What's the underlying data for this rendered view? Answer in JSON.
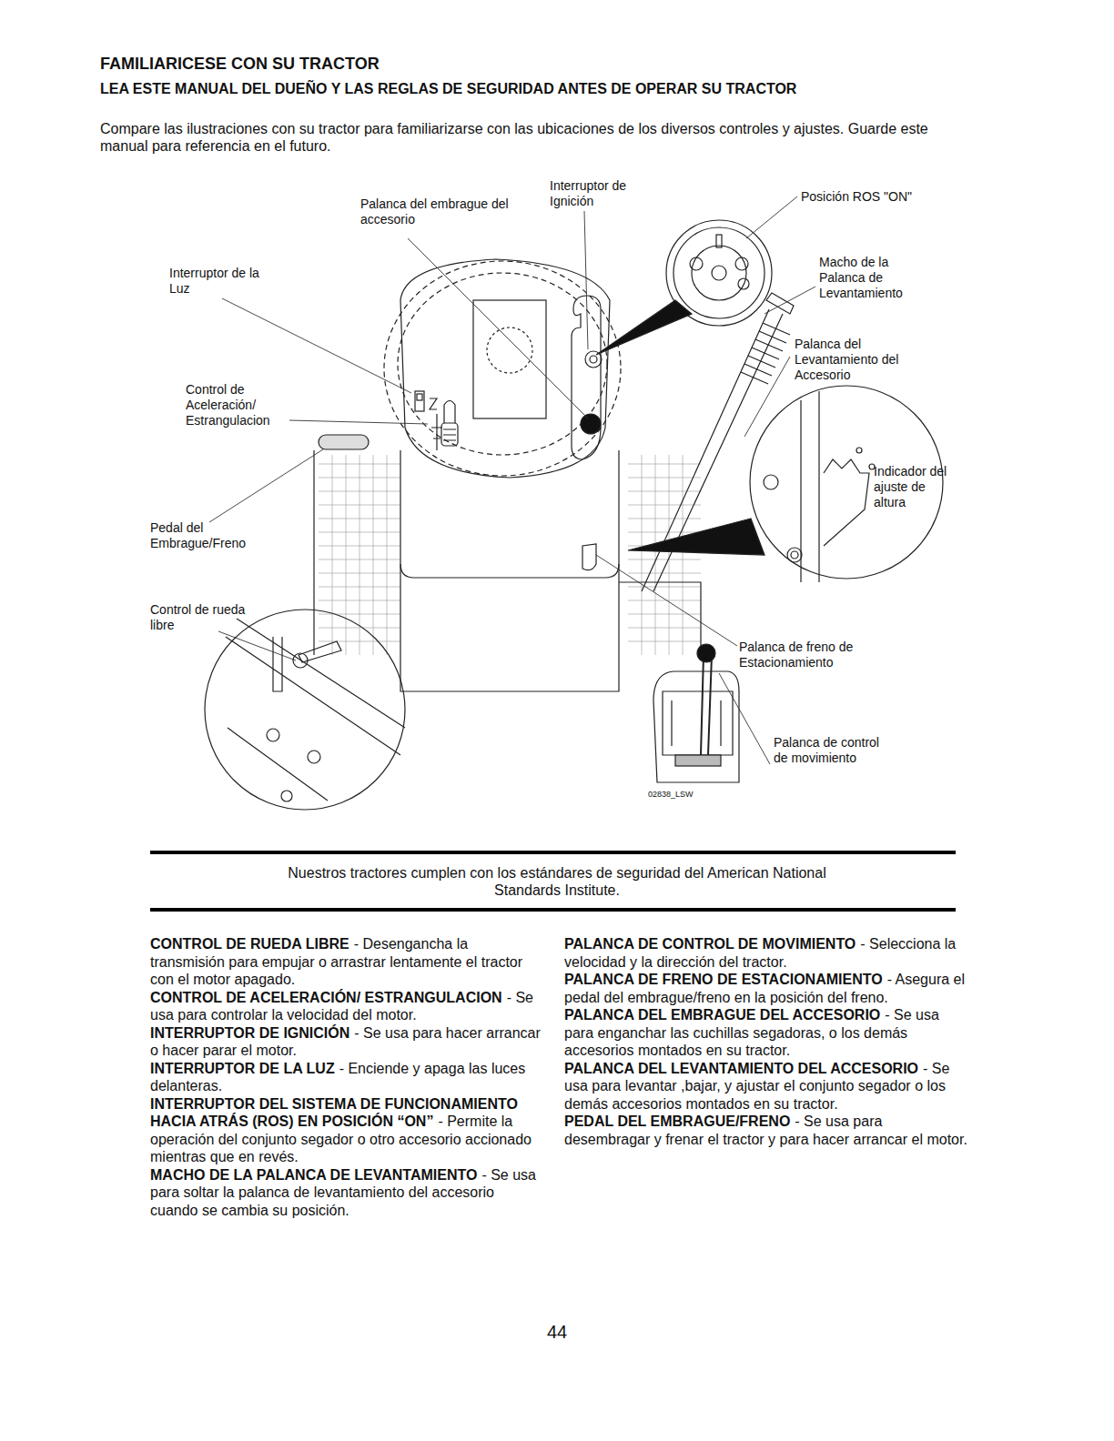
{
  "diagram": {
    "title": "FAMILIARICESE CON SU TRACTOR",
    "labels": [
      "LEA ESTE MANUAL DEL DUEÑO Y LAS REGLAS DE SEGURIDAD ANTES DE OPERAR SU TRACTOR",
      "Compare las ilustraciones con su tractor para familiarizarse con las ubicaciones de los diversos controles y ajustes. Guarde este manual para referencia en el futuro.",
      "Palanca del embrague del accesorio",
      "Interruptor de Ignición",
      "Posición ROS \"ON\"",
      "Interruptor de la Luz",
      "Macho de la Palanca de Levantamiento",
      "Palanca del Levantamiento del Accesorio",
      "Control de Aceleración/ Estrangulacion",
      "Indicador del ajuste de altura",
      "Pedal del Embrague/Freno",
      "Control de rueda libre",
      "Palanca de freno de Estacionamiento",
      "Palanca de control de movimiento",
      "02838_LSW",
      "Nuestros tractores cumplen con los estándares de seguridad del American National Standards Institute.",
      "CONTROL DE RUEDA LIBRE",
      "- Desengancha la transmisión para empujar o arrastrar lentamente el tractor con el motor apagado.",
      "CONTROL DE ACELERACIÓN/ ESTRANGULACION",
      "- Se usa para controlar la velocidad del motor.",
      "INTERRUPTOR DE IGNICIÓN",
      "- Se usa para hacer arrancar o hacer parar el motor.",
      "INTERRUPTOR DE LA LUZ",
      "- Enciende y apaga las luces delanteras.",
      "INTERRUPTOR DEL SISTEMA DE FUNCIONAMIENTO HACIA ATRÁS (ROS) EN POSICIÓN “ON”",
      "- Permite la operación del conjunto segador o otro accesorio accionado mientras que en revés.",
      "MACHO DE LA PALANCA DE LEVANTAMIENTO",
      "- Se usa para soltar la palanca de levantamiento del accesorio cuando se cambia su posición.",
      "PALANCA DE CONTROL DE MOVIMIENTO",
      "- Selecciona la velocidad y la dirección del tractor.",
      "PALANCA DE FRENO DE ESTACIONAMIENTO",
      "- Asegura el pedal del embrague/freno en la posición del freno.",
      "PALANCA DEL EMBRAGUE DEL ACCESORIO",
      "- Se usa para enganchar las cuchillas segadoras, o los demás accesorios montados en su tractor.",
      "PALANCA DEL LEVANTAMIENTO DEL ACCESORIO",
      "- Se usa para levantar ,bajar, y ajustar el conjunto segador o los demás accesorios montados en su tractor.",
      "PEDAL DEL EMBRAGUE/FRENO",
      "- Se usa para desembragar y frenar el tractor y para hacer arrancar el motor.",
      "44"
    ]
  }
}
